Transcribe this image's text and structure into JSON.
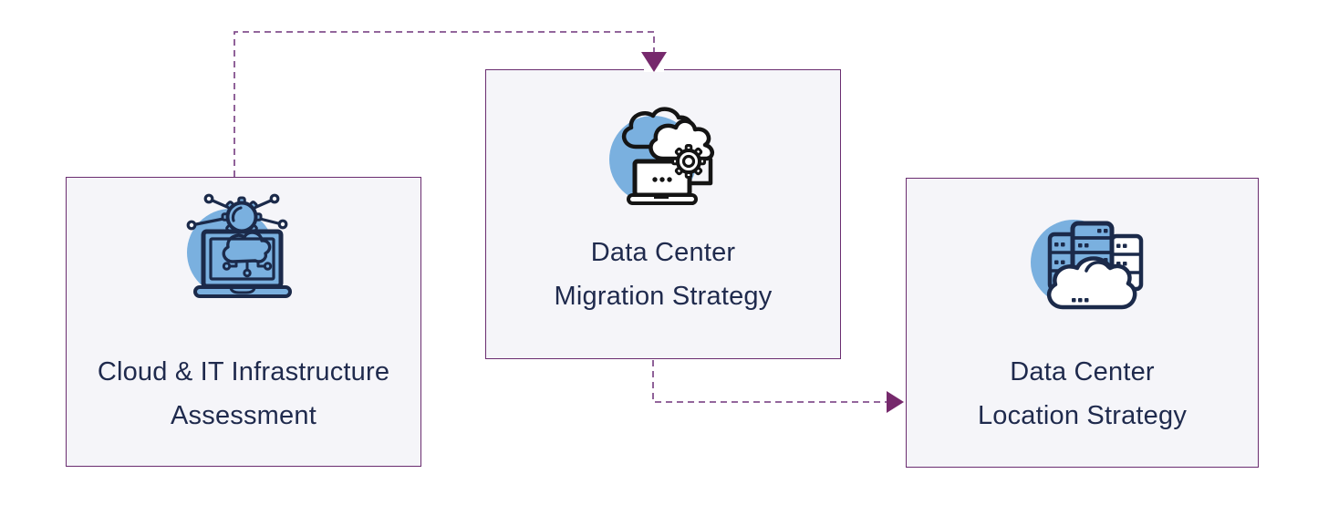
{
  "diagram": {
    "type": "flow-diagram",
    "background": "#ffffff",
    "colors": {
      "node_fill": "#f5f5f9",
      "node_border": "#6a2d70",
      "connector_dashed_line": "#84508e",
      "arrowhead": "#76296c",
      "label_text": "#1f2a4d",
      "icon_circle_blue": "#7ab0df",
      "icon_stroke_navy": "#1b2a4a",
      "icon_stroke_black": "#141414"
    },
    "nodes": [
      {
        "id": "cloud-it-assessment",
        "label_line1": "Cloud & IT Infrastructure",
        "label_line2": "Assessment",
        "icon": "laptop-ai-cloud-gear-icon"
      },
      {
        "id": "data-center-migration",
        "label_line1": "Data Center",
        "label_line2": "Migration Strategy",
        "icon": "clouds-laptop-gear-icon"
      },
      {
        "id": "data-center-location",
        "label_line1": "Data Center",
        "label_line2": "Location Strategy",
        "icon": "server-racks-cloud-icon"
      }
    ],
    "connectors": [
      {
        "from": "cloud-it-assessment",
        "to": "data-center-migration",
        "line_style": "dashed",
        "arrowhead": "filled-triangle-down",
        "route": "up-right-down"
      },
      {
        "from": "data-center-migration",
        "to": "data-center-location",
        "line_style": "dashed",
        "arrowhead": "filled-triangle-right",
        "route": "down-right"
      }
    ]
  }
}
